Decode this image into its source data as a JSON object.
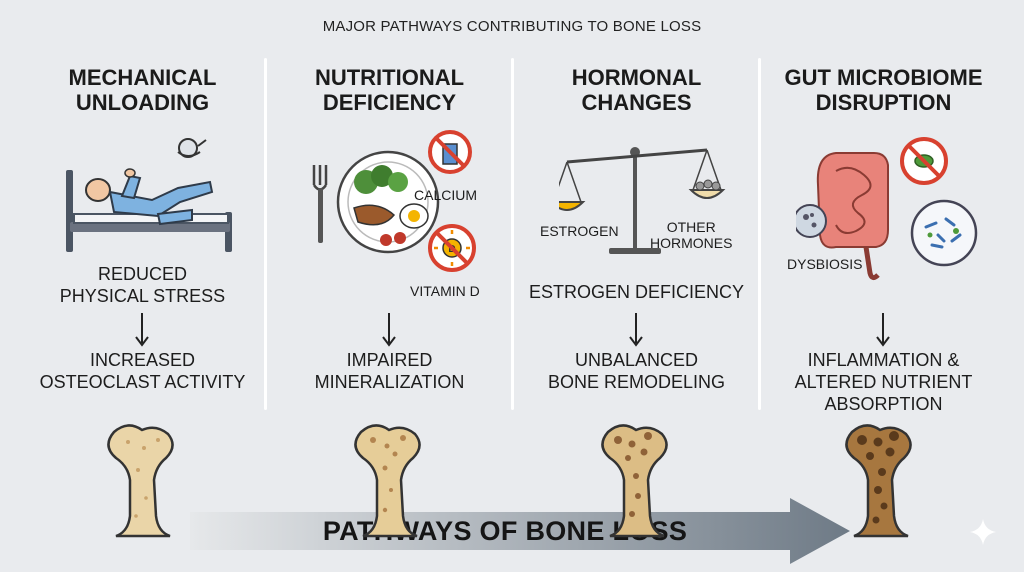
{
  "title": "MAJOR PATHWAYS CONTRIBUTING TO BONE LOSS",
  "columns": [
    {
      "heading": [
        "MECHANICAL",
        "UNLOADING"
      ],
      "caption1": [
        "REDUCED",
        "PHYSICAL STRESS"
      ],
      "caption2": [
        "INCREASED",
        "OSTEOCLAST ACTIVITY"
      ],
      "icons": [
        "hospital-bed-icon",
        "person-lying-icon",
        "floating-satellite-icon"
      ]
    },
    {
      "heading": [
        "NUTRITIONAL",
        "DEFICIENCY"
      ],
      "labels": {
        "calcium": "CALCIUM",
        "vitamin_d": "VITAMIN D",
        "d_symbol": "D"
      },
      "caption2": [
        "IMPAIRED",
        "MINERALIZATION"
      ],
      "icons": [
        "fork-icon",
        "food-plate-icon",
        "no-calcium-icon",
        "no-sun-icon"
      ]
    },
    {
      "heading": [
        "HORMONAL",
        "CHANGES"
      ],
      "labels": {
        "estrogen": "ESTROGEN",
        "other_hormones": [
          "OTHER",
          "HORMONES"
        ]
      },
      "caption1": [
        "ESTROGEN DEFICIENCY"
      ],
      "caption2": [
        "UNBALANCED",
        "BONE REMODELING"
      ],
      "icons": [
        "balance-scale-icon"
      ]
    },
    {
      "heading": [
        "GUT MICROBIOME",
        "DISRUPTION"
      ],
      "labels": {
        "dysbiosis": "DYSBIOSIS"
      },
      "caption2": [
        "INFLAMMATION &",
        "ALTERED NUTRIENT",
        "ABSORPTION"
      ],
      "icons": [
        "intestine-icon",
        "no-bacteria-icon",
        "microbe-circle-icon",
        "bacteria-magnified-icon"
      ]
    }
  ],
  "banner": "PATHWAYS OF BONE LOSS",
  "colors": {
    "background": "#e9ebee",
    "bone": "#ead5a8",
    "bone_dark_porous": "#7a5330",
    "banner_start": "#e6e8ea",
    "banner_end": "#6e7a86",
    "prohibit_red": "#d8412f",
    "person_blue": "#7eb2e0"
  }
}
